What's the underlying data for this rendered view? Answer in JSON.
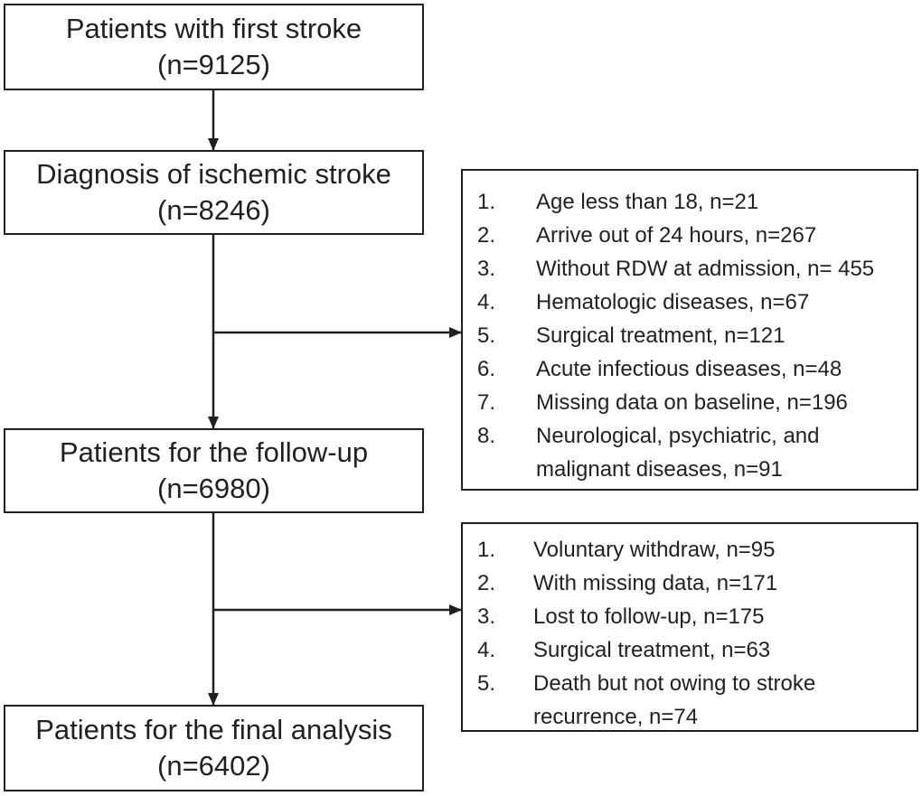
{
  "boxes": {
    "first_stroke": {
      "title": "Patients with first stroke",
      "count": "(n=9125)"
    },
    "ischemic": {
      "title": "Diagnosis of ischemic stroke",
      "count": "(n=8246)"
    },
    "follow_up": {
      "title": "Patients for the follow-up",
      "count": "(n=6980)"
    },
    "final": {
      "title": "Patients for the final analysis",
      "count": "(n=6402)"
    }
  },
  "exclusions_1": [
    {
      "num": "1.",
      "text": "Age less than 18, n=21"
    },
    {
      "num": "2.",
      "text": "Arrive out of 24 hours, n=267"
    },
    {
      "num": "3.",
      "text": "Without RDW at admission, n= 455"
    },
    {
      "num": "4.",
      "text": "Hematologic diseases, n=67"
    },
    {
      "num": "5.",
      "text": "Surgical treatment, n=121"
    },
    {
      "num": "6.",
      "text": "Acute infectious diseases, n=48"
    },
    {
      "num": "7.",
      "text": "Missing data on baseline, n=196"
    },
    {
      "num": "8.",
      "text": "Neurological, psychiatric, and malignant diseases, n=91"
    }
  ],
  "exclusions_2": [
    {
      "num": "1.",
      "text": "Voluntary withdraw, n=95"
    },
    {
      "num": "2.",
      "text": "With missing data, n=171"
    },
    {
      "num": "3.",
      "text": "Lost to follow-up, n=175"
    },
    {
      "num": "4.",
      "text": "Surgical treatment, n=63"
    },
    {
      "num": "5.",
      "text": "Death but not owing to stroke recurrence, n=74"
    }
  ],
  "colors": {
    "line": "#231f20",
    "background": "#ffffff"
  }
}
